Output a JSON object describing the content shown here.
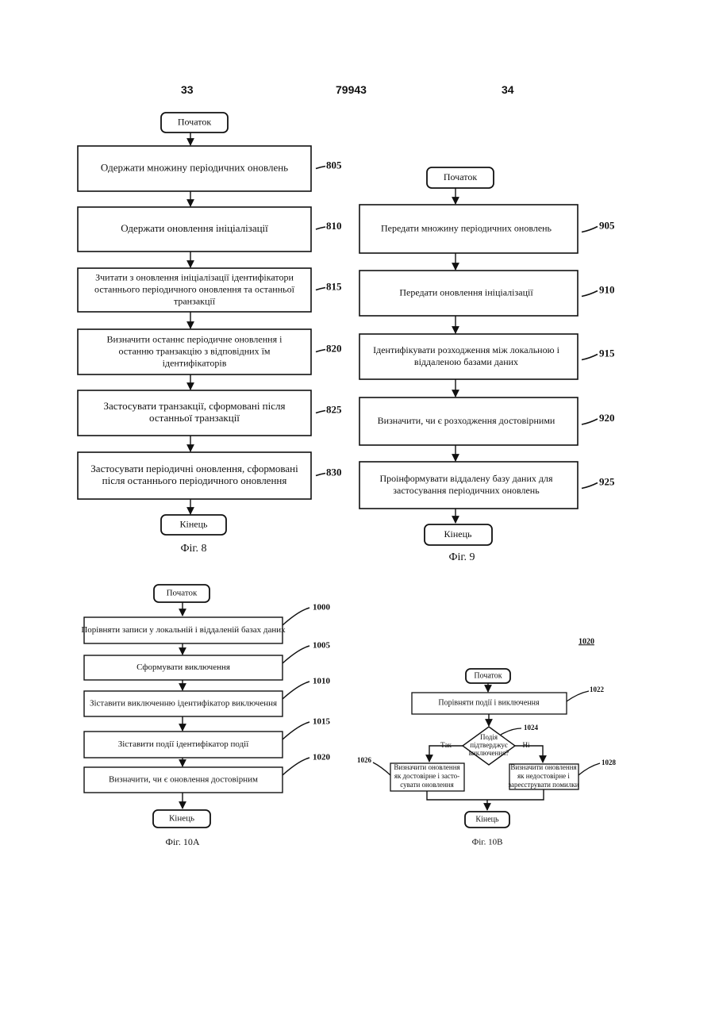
{
  "header": {
    "left_page": "33",
    "patent_number": "79943",
    "right_page": "34"
  },
  "fig8": {
    "caption": "Фіг. 8",
    "start": "Початок",
    "end": "Кінець",
    "steps": [
      {
        "ref": "805",
        "lines": [
          "Одержати множину періодичних оновлень"
        ]
      },
      {
        "ref": "810",
        "lines": [
          "Одержати оновлення ініціалізації"
        ]
      },
      {
        "ref": "815",
        "lines": [
          "Зчитати з оновлення ініціалізації ідентифікатори",
          "останнього періодичного оновлення та останньої",
          "транзакції"
        ]
      },
      {
        "ref": "820",
        "lines": [
          "Визначити останнє періодичне оновлення і",
          "останню транзакцію з відповідних їм",
          "ідентифікаторів"
        ]
      },
      {
        "ref": "825",
        "lines": [
          "Застосувати транзакції, сформовані після",
          "останньої транзакції"
        ]
      },
      {
        "ref": "830",
        "lines": [
          "Застосувати періодичні оновлення, сформовані",
          "після останнього періодичного оновлення"
        ]
      }
    ]
  },
  "fig9": {
    "caption": "Фіг. 9",
    "start": "Початок",
    "end": "Кінець",
    "steps": [
      {
        "ref": "905",
        "lines": [
          "Передати множину періодичних оновлень"
        ]
      },
      {
        "ref": "910",
        "lines": [
          "Передати оновлення ініціалізації"
        ]
      },
      {
        "ref": "915",
        "lines": [
          "Ідентифікувати розходження між локальною і",
          "віддаленою базами даних"
        ]
      },
      {
        "ref": "920",
        "lines": [
          "Визначити, чи є розходження достовірними"
        ]
      },
      {
        "ref": "925",
        "lines": [
          "Проінформувати віддалену базу даних для",
          "застосування періодичних оновлень"
        ]
      }
    ]
  },
  "fig10a": {
    "caption": "Фіг. 10А",
    "start": "Початок",
    "end": "Кінець",
    "steps": [
      {
        "ref": "1000",
        "lines": [
          "Порівняти записи у локальній і віддаленій базах даних"
        ]
      },
      {
        "ref": "1005",
        "lines": [
          "Сформувати виключення"
        ]
      },
      {
        "ref": "1010",
        "lines": [
          "Зіставити виключенню ідентифікатор виключення"
        ]
      },
      {
        "ref": "1015",
        "lines": [
          "Зіставити події ідентифікатор події"
        ]
      },
      {
        "ref": "1020",
        "lines": [
          "Визначити, чи є оновлення достовірним"
        ]
      }
    ]
  },
  "fig10b": {
    "caption": "Фіг. 10В",
    "label": "1020",
    "start": "Початок",
    "end": "Кінець",
    "compare": {
      "ref": "1022",
      "lines": [
        "Порівняти події і виключення"
      ]
    },
    "decision": {
      "ref": "1024",
      "lines": [
        "Подія",
        "підтверджує",
        "виключення?"
      ]
    },
    "yes_label": "Так",
    "no_label": "Ні",
    "left": {
      "ref": "1026",
      "lines": [
        "Визначити оновлення",
        "як достовірне і засто-",
        "сувати оновлення"
      ]
    },
    "right": {
      "ref": "1028",
      "lines": [
        "Визначити оновлення",
        "як недостовірне і",
        "зареєструвати помилки"
      ]
    }
  }
}
